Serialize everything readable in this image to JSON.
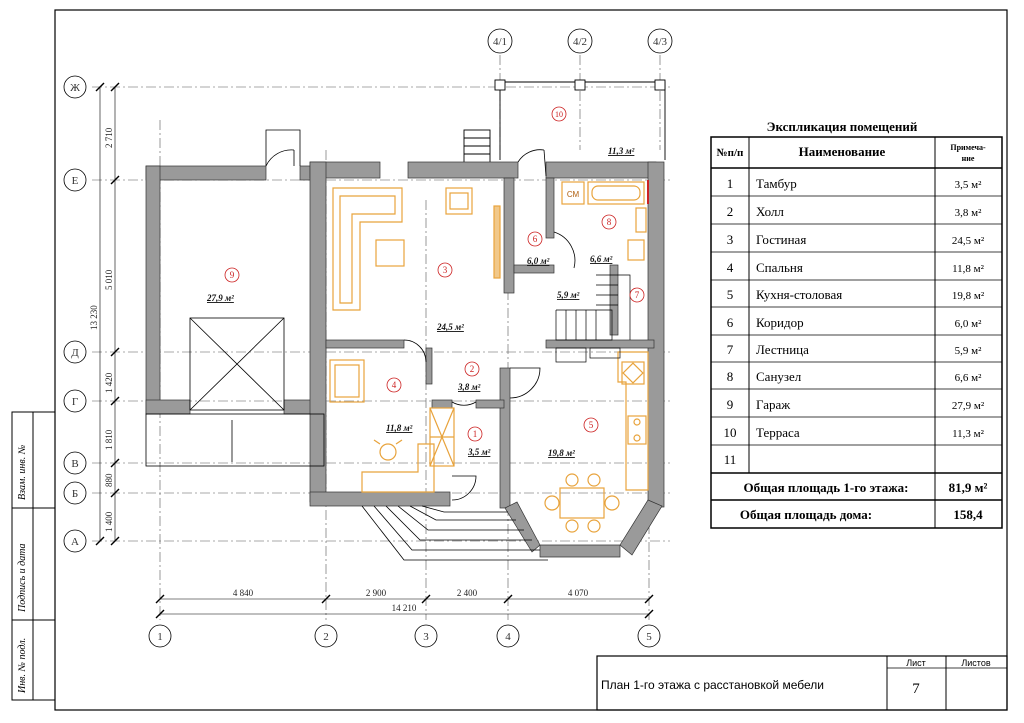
{
  "axes": {
    "columns": [
      {
        "id": "c1",
        "label": "1"
      },
      {
        "id": "c2",
        "label": "2"
      },
      {
        "id": "c3",
        "label": "3"
      },
      {
        "id": "c4",
        "label": "4"
      },
      {
        "id": "c5",
        "label": "5"
      },
      {
        "id": "c41",
        "label": "4/1"
      },
      {
        "id": "c42",
        "label": "4/2"
      },
      {
        "id": "c43",
        "label": "4/3"
      }
    ],
    "rows": [
      {
        "id": "rZh",
        "label": "Ж"
      },
      {
        "id": "rE",
        "label": "Е"
      },
      {
        "id": "rD",
        "label": "Д"
      },
      {
        "id": "rG",
        "label": "Г"
      },
      {
        "id": "rV",
        "label": "В"
      },
      {
        "id": "rB",
        "label": "Б"
      },
      {
        "id": "rA",
        "label": "А"
      }
    ]
  },
  "dimensions": {
    "vertical": [
      "2 710",
      "5 010",
      "1 420",
      "1 810",
      "880",
      "1 400",
      "13 230"
    ],
    "horizontal": [
      "4 840",
      "2 900",
      "2 400",
      "4 070",
      "14 210"
    ]
  },
  "rooms": [
    {
      "num": "1",
      "area": "3,5 м²"
    },
    {
      "num": "2",
      "area": "3,8 м²"
    },
    {
      "num": "3",
      "area": "24,5 м²"
    },
    {
      "num": "4",
      "area": "11,8 м²"
    },
    {
      "num": "5",
      "area": "19,8 м²"
    },
    {
      "num": "6",
      "area": "6,0 м²"
    },
    {
      "num": "7",
      "area": "5,9 м²"
    },
    {
      "num": "8",
      "area": "6,6 м²"
    },
    {
      "num": "9",
      "area": "27,9 м²"
    },
    {
      "num": "10",
      "area": "11,3 м²"
    }
  ],
  "fixtures": {
    "washer_label": "СМ"
  },
  "side_stamp": [
    "Инв. № подл.",
    "Подпись и дата",
    "Взам. инв. №"
  ],
  "explication": {
    "title": "Экспликация помещений",
    "col_num": "№п/п",
    "col_name": "Наименование",
    "col_note_1": "Примеча-",
    "col_note_2": "ние",
    "rows": [
      {
        "n": "1",
        "name": "Тамбур",
        "area": "3,5 м²"
      },
      {
        "n": "2",
        "name": "Холл",
        "area": "3,8 м²"
      },
      {
        "n": "3",
        "name": "Гостиная",
        "area": "24,5 м²"
      },
      {
        "n": "4",
        "name": "Спальня",
        "area": "11,8 м²"
      },
      {
        "n": "5",
        "name": "Кухня-столовая",
        "area": "19,8 м²"
      },
      {
        "n": "6",
        "name": "Коридор",
        "area": "6,0 м²"
      },
      {
        "n": "7",
        "name": "Лестница",
        "area": "5,9 м²"
      },
      {
        "n": "8",
        "name": "Санузел",
        "area": "6,6 м²"
      },
      {
        "n": "9",
        "name": "Гараж",
        "area": "27,9 м²"
      },
      {
        "n": "10",
        "name": "Терраса",
        "area": "11,3 м²"
      },
      {
        "n": "11",
        "name": "",
        "area": ""
      }
    ],
    "total_floor_label": "Общая площадь 1-го этажа:",
    "total_floor_value": "81,9 м²",
    "total_house_label": "Общая площадь дома:",
    "total_house_value": "158,4"
  },
  "title_block": {
    "title": "План  1-го этажа с расстановкой мебели",
    "sheet_label": "Лист",
    "sheets_label": "Листов",
    "sheet_value": "7",
    "sheets_value": ""
  },
  "colors": {
    "wall": "#9a9a9a",
    "furniture": "#e8a33c",
    "room_marker": "#cc2222",
    "line": "#000000"
  }
}
